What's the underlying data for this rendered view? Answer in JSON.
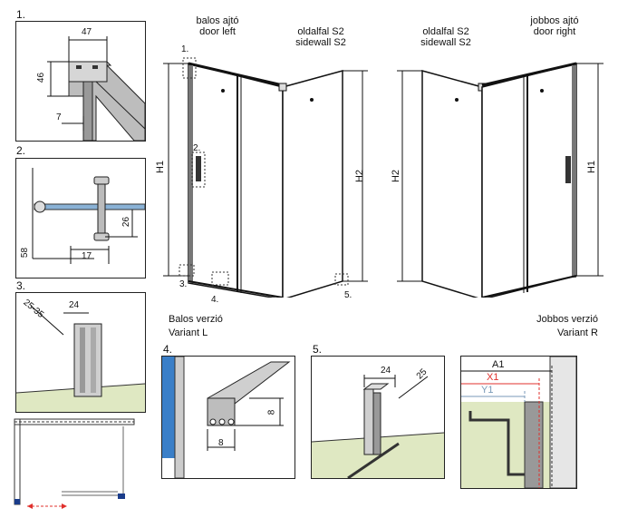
{
  "details": {
    "n1": "1.",
    "n2": "2.",
    "n3": "3.",
    "n4": "4.",
    "n5": "5.",
    "d1": {
      "w": "47",
      "h": "46",
      "t": "7"
    },
    "d2": {
      "a": "58",
      "b": "17",
      "c": "26"
    },
    "d3": {
      "a": "25-35",
      "b": "24"
    },
    "d4": {
      "a": "8",
      "b": "8"
    },
    "d5": {
      "a": "24",
      "b": "25"
    }
  },
  "main_left": {
    "door_label_hu": "balos ajtó",
    "door_label_en": "door left",
    "wall_label_hu": "oldalfal S2",
    "wall_label_en": "sidewall S2",
    "h1": "H1",
    "h2": "H2",
    "c1": "1.",
    "c2": "2.",
    "c3": "3.",
    "c4": "4.",
    "c5": "5.",
    "variant_hu": "Balos verzió",
    "variant_en": "Variant L"
  },
  "main_right": {
    "wall_label_hu": "oldalfal S2",
    "wall_label_en": "sidewall S2",
    "door_label_hu": "jobbos ajtó",
    "door_label_en": "door right",
    "h1": "H1",
    "h2": "H2",
    "variant_hu": "Jobbos verzió",
    "variant_en": "Variant R"
  },
  "plan_dims": {
    "a1": "A1",
    "x1": "X1",
    "y1": "Y1"
  },
  "colors": {
    "glass": "#cfe0ee",
    "floor": "#dfe8c2",
    "red": "#e0302c",
    "blue": "#3a7fc8",
    "frame": "#8a8a8a"
  }
}
